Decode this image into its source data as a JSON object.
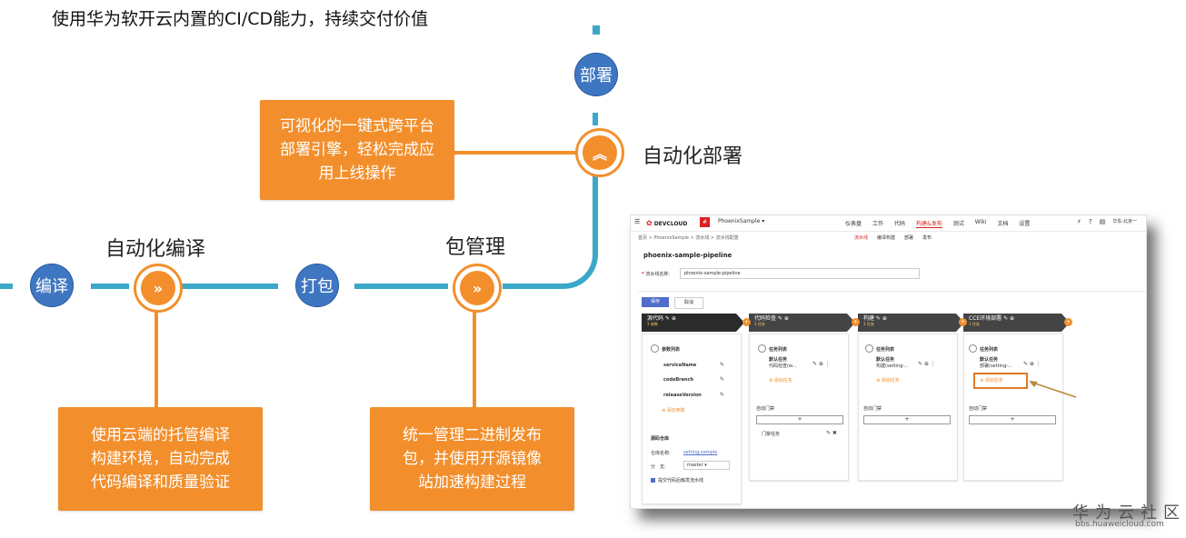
{
  "title": "使用华为软开云内置的CI/CD能力，持续交付价值",
  "stations": {
    "compile": "编译",
    "package": "打包",
    "deploy": "部署"
  },
  "labels": {
    "auto_build": "自动化编译",
    "pkg_mgmt": "包管理",
    "auto_deploy": "自动化部署"
  },
  "boxes": {
    "deploy_desc": [
      "可视化的一键式跨平台",
      "部署引擎，轻松完成应",
      "用上线操作"
    ],
    "build_desc": [
      "使用云端的托管编译",
      "构建环境，自动完成",
      "代码编译和质量验证"
    ],
    "pkg_desc": [
      "统一管理二进制发布",
      "包，并使用开源镜像",
      "站加速构建过程"
    ]
  },
  "node_glyph": "»",
  "deploy_glyph": "︽",
  "screenshot": {
    "brand": "DEVCLOUD",
    "project": "PhoenixSample",
    "menu": [
      "仪表盘",
      "工作",
      "代码",
      "构建&发布",
      "测试",
      "Wiki",
      "文档",
      "设置"
    ],
    "active_menu": 3,
    "region": "华东-北京一",
    "breadcrumb": "首页 > PhoenixSample > 流水线 > 流水线配置",
    "subnav": [
      "流水线",
      "编译构建",
      "部署",
      "发布"
    ],
    "pipeline_name": "phoenix-sample-pipeline",
    "field_label": "流水线名称:",
    "save": "保存",
    "cancel": "取消",
    "stages": [
      {
        "name": "源代码",
        "sub": "3 参数"
      },
      {
        "name": "代码检查",
        "sub": "1 任务"
      },
      {
        "name": "构建",
        "sub": "1 任务"
      },
      {
        "name": "CCE环境部署",
        "sub": "1 任务"
      }
    ],
    "param_list": "参数列表",
    "params": [
      "serviceName",
      "codeBranch",
      "releaseVersion"
    ],
    "add_param": "添加参数",
    "task_list": "任务列表",
    "default_task": "默认任务",
    "tasks": [
      "代码检查(w...",
      "构建(setting-...",
      "部署(setting-..."
    ],
    "add_task": "添加任务",
    "auto_gate": "自动门禁",
    "gate_task": "门禁任务",
    "source_repo": "源码仓库",
    "repo_label": "仓库名称:",
    "repo_value": "setting-sample",
    "branch_label": "分　支:",
    "branch_value": "master",
    "trigger": "提交代码后触发流水线"
  },
  "watermark": {
    "cn": "华为云社区",
    "url": "bbs.huaweicloud.com"
  },
  "colors": {
    "track": "#3aa8c7",
    "accent": "#f28f2c",
    "station": "#3f76c2"
  }
}
